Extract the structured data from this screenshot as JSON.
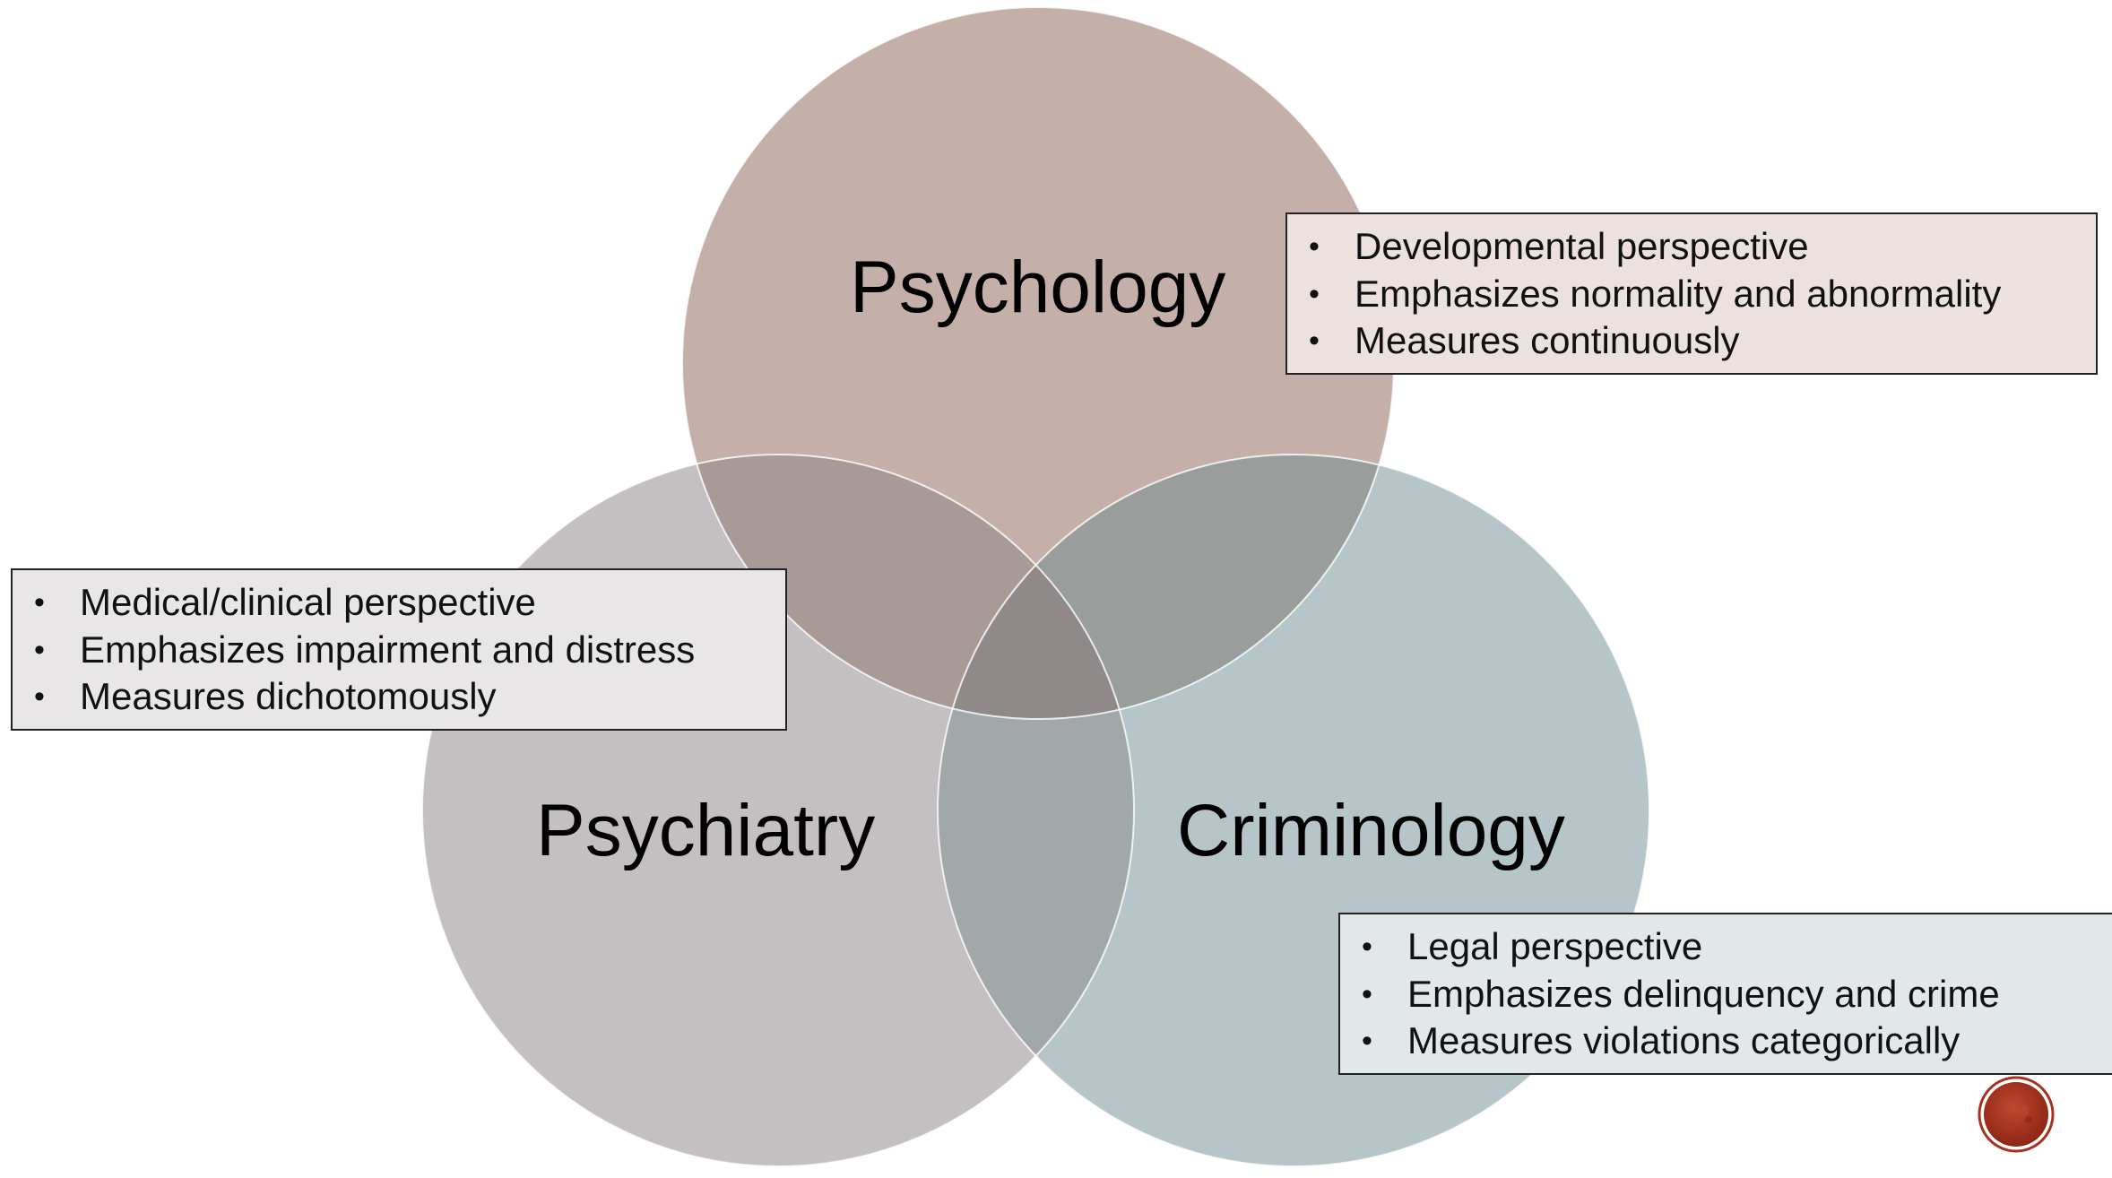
{
  "circles": [
    {
      "key": "psychology",
      "label": "Psychology",
      "color": "#c4afa9"
    },
    {
      "key": "psychiatry",
      "label": "Psychiatry",
      "color": "#c4bfc1"
    },
    {
      "key": "criminology",
      "label": "Criminology",
      "color": "#b6c5c8"
    }
  ],
  "notes": {
    "psychology": {
      "items": [
        "Developmental perspective",
        "Emphasizes normality and abnormality",
        "Measures continuously"
      ],
      "background": "#ebe1df"
    },
    "psychiatry": {
      "items": [
        "Medical/clinical perspective",
        "Emphasizes impairment and distress",
        "Measures dichotomously"
      ],
      "background": "#e8e6e7"
    },
    "criminology": {
      "items": [
        "Legal perspective",
        "Emphasizes delinquency and crime",
        "Measures violations categorically"
      ],
      "background": "#e2e7e9"
    }
  },
  "bullet_glyph": "•",
  "corner_badge": {
    "icon": "red-circle-badge-icon",
    "color": "#a8321f"
  }
}
